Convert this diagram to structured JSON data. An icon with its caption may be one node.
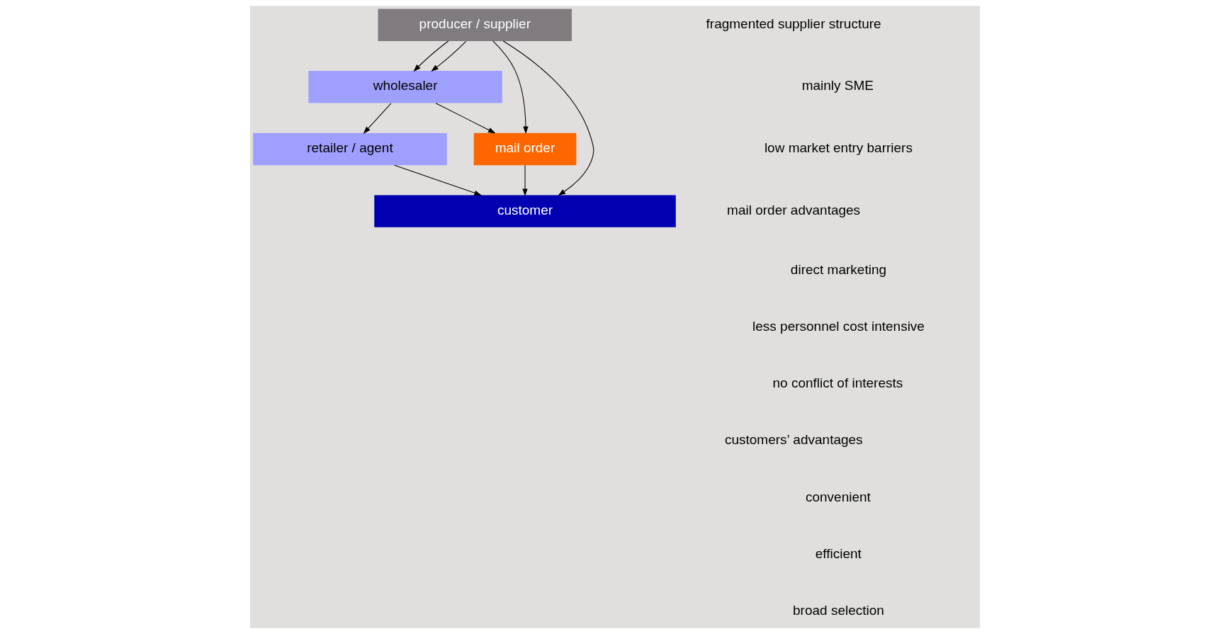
{
  "diagram": {
    "nodes": [
      {
        "text": [
          "producer / supplier"
        ]
      },
      {
        "text": [
          "wholesaler"
        ]
      },
      {
        "text": [
          "mail order"
        ]
      },
      {
        "text": [
          "retailer / agent"
        ]
      },
      {
        "text": [
          "customer"
        ]
      }
    ],
    "edges": [
      {
        "from": 0,
        "to": 4,
        "arrow": "to"
      },
      {
        "from": 0,
        "to": 1,
        "arrow": "to"
      },
      {
        "from": 0,
        "to": 1,
        "arrow": "to"
      },
      {
        "from": 0,
        "to": 2,
        "arrow": "to"
      },
      {
        "from": 1,
        "to": 3,
        "arrow": "to"
      },
      {
        "from": 1,
        "to": 2,
        "arrow": "to"
      },
      {
        "from": 3,
        "to": 4,
        "arrow": "to"
      },
      {
        "from": 2,
        "to": 4,
        "arrow": "to"
      }
    ],
    "labels": [
      "fragmented supplier structure",
      "mainly SME",
      "low market entry barriers",
      "mail order advantages",
      "direct marketing",
      "less personnel cost intensive",
      "no conflict of interests",
      "customers’ advantages",
      "convenient",
      "efficient",
      "broad selection"
    ]
  }
}
